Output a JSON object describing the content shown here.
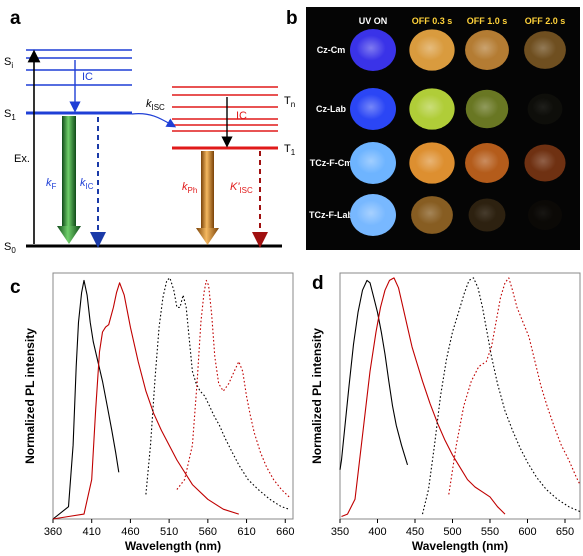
{
  "panel_a": {
    "label": "a",
    "levels": {
      "s_upper": "S",
      "s1": "S",
      "s0": "S",
      "t_upper": "T",
      "t1": "T"
    },
    "level_subs": {
      "s_upper": "i",
      "s1": "1",
      "s0": "0",
      "t_upper": "n",
      "t1": "1"
    },
    "ic_top": "IC",
    "ic_right": "IC",
    "excitation": "Ex.",
    "k_isc": "k",
    "k_isc_sub": "ISC",
    "k_f": "k",
    "k_f_sub": "F",
    "k_ic": "k",
    "k_ic_sub": "IC",
    "k_ph": "k",
    "k_ph_sub": "Ph",
    "k_isc2": "K'",
    "k_isc2_sub": "ISC",
    "colors": {
      "singlet": "#1f3fd6",
      "triplet": "#e01a1a",
      "ground": "#000000",
      "fluor_arrow": "#1a7a2a",
      "phos_arrow": "#c47a1e"
    }
  },
  "panel_b": {
    "label": "b",
    "columns": [
      "UV ON",
      "OFF 0.3 s",
      "OFF 1.0 s",
      "OFF 2.0 s"
    ],
    "rows": [
      "Cz-Cm",
      "Cz-Lab",
      "TCz-F-Cm",
      "TCz-F-Lab"
    ],
    "header_colors": [
      "#ffffff",
      "#ffd23a",
      "#ffd23a",
      "#ffd23a"
    ],
    "spots": [
      [
        {
          "color": "#3a33e8",
          "brightness": 1.0
        },
        {
          "color": "#e0a040",
          "brightness": 0.95
        },
        {
          "color": "#c88a38",
          "brightness": 0.85
        },
        {
          "color": "#8a6228",
          "brightness": 0.7
        }
      ],
      [
        {
          "color": "#2b46f5",
          "brightness": 1.0
        },
        {
          "color": "#b6d43a",
          "brightness": 0.95
        },
        {
          "color": "#7d8e2a",
          "brightness": 0.75
        },
        {
          "color": "#1a1a10",
          "brightness": 0.2
        }
      ],
      [
        {
          "color": "#6eb4ff",
          "brightness": 1.0
        },
        {
          "color": "#e49432",
          "brightness": 0.95
        },
        {
          "color": "#c8661e",
          "brightness": 0.85
        },
        {
          "color": "#8e3e16",
          "brightness": 0.65
        }
      ],
      [
        {
          "color": "#78b8ff",
          "brightness": 1.0
        },
        {
          "color": "#a8742a",
          "brightness": 0.7
        },
        {
          "color": "#4a3618",
          "brightness": 0.35
        },
        {
          "color": "#141008",
          "brightness": 0.15
        }
      ]
    ]
  },
  "chart_data": [
    {
      "type": "line",
      "panel": "c",
      "xlabel": "Wavelength (nm)",
      "ylabel": "Normalized PL intensity",
      "xlim": [
        360,
        670
      ],
      "ylim": [
        0,
        1.0
      ],
      "xticks": [
        360,
        410,
        460,
        510,
        560,
        610,
        660
      ],
      "series": [
        {
          "color": "#000000",
          "dash": "solid",
          "x": [
            360,
            380,
            386,
            390,
            393,
            397,
            400,
            404,
            408,
            412,
            418,
            424,
            430,
            436,
            441,
            445
          ],
          "y": [
            0.0,
            0.05,
            0.3,
            0.62,
            0.8,
            0.92,
            0.97,
            0.91,
            0.8,
            0.72,
            0.64,
            0.56,
            0.46,
            0.36,
            0.27,
            0.19
          ]
        },
        {
          "color": "#c00000",
          "dash": "solid",
          "x": [
            360,
            380,
            400,
            410,
            415,
            420,
            424,
            428,
            432,
            438,
            442,
            446,
            452,
            460,
            470,
            480,
            490,
            500,
            520,
            540,
            560,
            580,
            600
          ],
          "y": [
            0.0,
            0.01,
            0.02,
            0.16,
            0.44,
            0.68,
            0.76,
            0.78,
            0.79,
            0.86,
            0.92,
            0.96,
            0.91,
            0.78,
            0.64,
            0.52,
            0.43,
            0.36,
            0.24,
            0.14,
            0.08,
            0.04,
            0.02
          ]
        },
        {
          "color": "#000000",
          "dash": "dot",
          "x": [
            480,
            486,
            492,
            497,
            502,
            507,
            511,
            516,
            520,
            524,
            528,
            532,
            536,
            540,
            545,
            550,
            556,
            562,
            568,
            575,
            582,
            590,
            600,
            612,
            625,
            640,
            655,
            665
          ],
          "y": [
            0.1,
            0.3,
            0.58,
            0.78,
            0.9,
            0.97,
            0.98,
            0.93,
            0.86,
            0.86,
            0.91,
            0.86,
            0.73,
            0.6,
            0.55,
            0.52,
            0.5,
            0.46,
            0.42,
            0.38,
            0.33,
            0.28,
            0.22,
            0.16,
            0.12,
            0.08,
            0.05,
            0.04
          ]
        },
        {
          "color": "#c00000",
          "dash": "dot",
          "x": [
            520,
            530,
            540,
            546,
            551,
            555,
            558,
            561,
            565,
            569,
            574,
            580,
            587,
            594,
            600,
            605,
            610,
            615,
            620,
            628,
            636,
            645,
            655,
            665
          ],
          "y": [
            0.12,
            0.16,
            0.3,
            0.55,
            0.8,
            0.92,
            0.97,
            0.95,
            0.83,
            0.66,
            0.55,
            0.52,
            0.55,
            0.6,
            0.64,
            0.6,
            0.5,
            0.42,
            0.35,
            0.27,
            0.21,
            0.16,
            0.12,
            0.09
          ]
        }
      ]
    },
    {
      "type": "line",
      "panel": "d",
      "xlabel": "Wavelength (nm)",
      "ylabel": "Normalized PL intensity",
      "xlim": [
        350,
        670
      ],
      "ylim": [
        0,
        1.0
      ],
      "xticks": [
        350,
        400,
        450,
        500,
        550,
        600,
        650
      ],
      "series": [
        {
          "color": "#000000",
          "dash": "solid",
          "x": [
            350,
            352,
            356,
            362,
            368,
            374,
            380,
            386,
            390,
            395,
            400,
            405,
            410,
            415,
            420,
            425,
            432,
            440
          ],
          "y": [
            0.2,
            0.24,
            0.36,
            0.54,
            0.71,
            0.84,
            0.93,
            0.97,
            0.96,
            0.9,
            0.84,
            0.76,
            0.67,
            0.56,
            0.46,
            0.38,
            0.3,
            0.22
          ]
        },
        {
          "color": "#c00000",
          "dash": "solid",
          "x": [
            352,
            360,
            370,
            380,
            390,
            398,
            404,
            410,
            416,
            422,
            428,
            434,
            440,
            446,
            452,
            460,
            470,
            480,
            490,
            500,
            510,
            520,
            530,
            540,
            550,
            560,
            570
          ],
          "y": [
            0.01,
            0.02,
            0.08,
            0.34,
            0.6,
            0.76,
            0.86,
            0.93,
            0.97,
            0.98,
            0.94,
            0.86,
            0.78,
            0.7,
            0.64,
            0.56,
            0.47,
            0.39,
            0.32,
            0.26,
            0.21,
            0.16,
            0.13,
            0.11,
            0.09,
            0.05,
            0.02
          ]
        },
        {
          "color": "#000000",
          "dash": "dot",
          "x": [
            460,
            468,
            476,
            484,
            492,
            500,
            508,
            516,
            522,
            528,
            534,
            540,
            546,
            552,
            560,
            570,
            580,
            590,
            600,
            612,
            625,
            640,
            655,
            670
          ],
          "y": [
            0.02,
            0.12,
            0.3,
            0.5,
            0.65,
            0.76,
            0.84,
            0.92,
            0.97,
            0.98,
            0.94,
            0.86,
            0.76,
            0.66,
            0.55,
            0.44,
            0.36,
            0.29,
            0.23,
            0.17,
            0.12,
            0.08,
            0.05,
            0.03
          ]
        },
        {
          "color": "#c00000",
          "dash": "dot",
          "x": [
            495,
            505,
            515,
            525,
            535,
            545,
            552,
            558,
            564,
            570,
            575,
            580,
            586,
            594,
            602,
            610,
            618,
            626,
            635,
            645,
            655,
            665,
            670
          ],
          "y": [
            0.1,
            0.3,
            0.46,
            0.56,
            0.62,
            0.64,
            0.7,
            0.8,
            0.9,
            0.96,
            0.98,
            0.93,
            0.86,
            0.8,
            0.74,
            0.64,
            0.54,
            0.46,
            0.38,
            0.3,
            0.24,
            0.17,
            0.14
          ]
        }
      ]
    }
  ],
  "panel_labels": {
    "c": "c",
    "d": "d"
  }
}
